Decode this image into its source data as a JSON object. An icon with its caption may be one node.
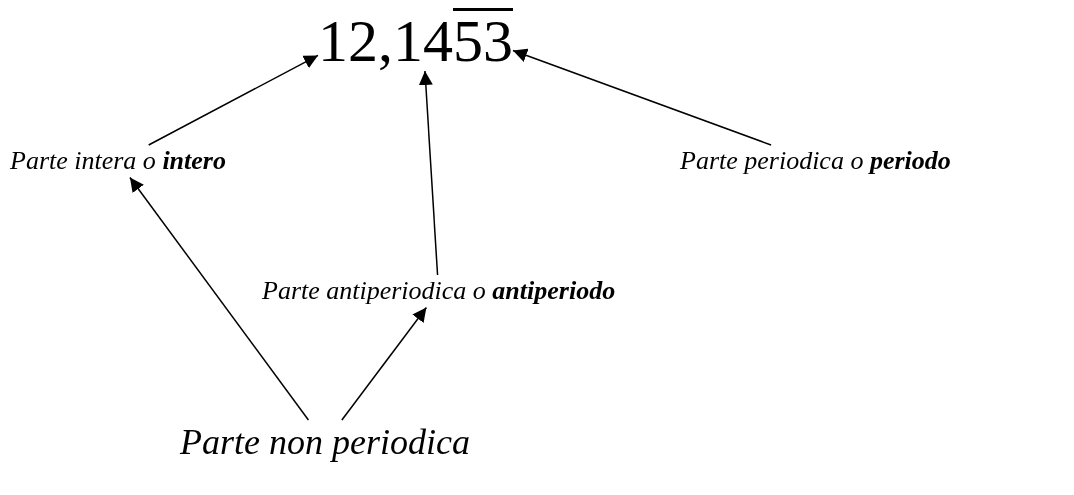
{
  "diagram": {
    "nodes": [
      {
        "text": [
          "12"
        ]
      },
      {
        "text": [
          "14"
        ]
      },
      {
        "text": [
          "53"
        ]
      },
      {
        "text": [
          "Parte intera o **intero**"
        ]
      },
      {
        "text": [
          "Parte periodica o **periodo**"
        ]
      },
      {
        "text": [
          "Parte antiperiodica o **antiperiodo**"
        ]
      },
      {
        "text": [
          "Parte non periodica"
        ]
      }
    ],
    "edges": [
      {
        "from": 3,
        "to": 0,
        "arrow": "to"
      },
      {
        "from": 5,
        "to": 1,
        "arrow": "to"
      },
      {
        "from": 4,
        "to": 2,
        "arrow": "to"
      },
      {
        "from": 6,
        "to": 3,
        "arrow": "to"
      },
      {
        "from": 6,
        "to": 5,
        "arrow": "to"
      }
    ],
    "labels": [
      ","
    ]
  }
}
